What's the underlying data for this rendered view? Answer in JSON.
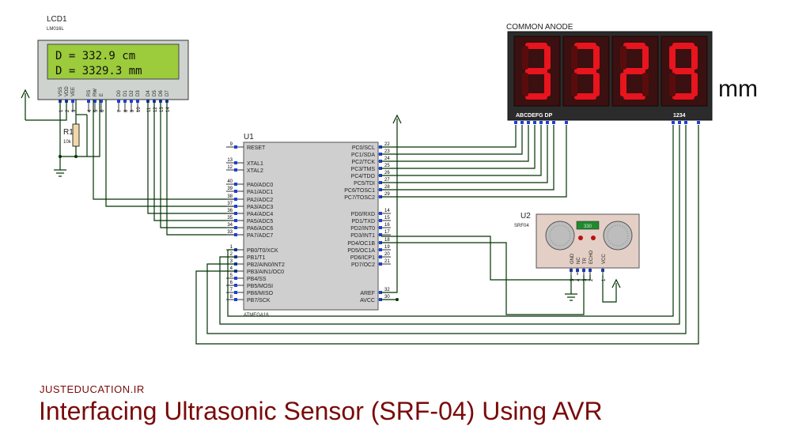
{
  "lcd": {
    "ref": "LCD1",
    "model": "LM016L",
    "line1": "D = 332.9 cm",
    "line2": "D = 3329.3 mm",
    "pins": [
      {
        "name": "VSS",
        "num": "1"
      },
      {
        "name": "VDD",
        "num": "2"
      },
      {
        "name": "VEE",
        "num": "3"
      },
      {
        "name": "RS",
        "num": "4"
      },
      {
        "name": "RW",
        "num": "5"
      },
      {
        "name": "E",
        "num": "6"
      },
      {
        "name": "D0",
        "num": "7"
      },
      {
        "name": "D1",
        "num": "8"
      },
      {
        "name": "D2",
        "num": "9"
      },
      {
        "name": "D3",
        "num": "10"
      },
      {
        "name": "D4",
        "num": "11"
      },
      {
        "name": "D5",
        "num": "12"
      },
      {
        "name": "D6",
        "num": "13"
      },
      {
        "name": "D7",
        "num": "14"
      }
    ]
  },
  "resistor": {
    "ref": "R1",
    "value": "10k"
  },
  "display": {
    "title": "COMMON ANODE",
    "digits": [
      "3",
      "3",
      "2",
      "9"
    ],
    "unit": "mm",
    "seg_label": "ABCDEFG  DP",
    "digit_label": "1234",
    "colors": {
      "on": "#e8141e",
      "off": "#5a0c0c",
      "body": "#2b2b2b"
    }
  },
  "mcu": {
    "ref": "U1",
    "model": "ATMEGA16",
    "left_pins": [
      {
        "num": "9",
        "name": "RESET"
      },
      {
        "num": "13",
        "name": "XTAL1"
      },
      {
        "num": "12",
        "name": "XTAL2"
      },
      {
        "num": "40",
        "name": "PA0/ADC0"
      },
      {
        "num": "39",
        "name": "PA1/ADC1"
      },
      {
        "num": "38",
        "name": "PA2/ADC2"
      },
      {
        "num": "37",
        "name": "PA3/ADC3"
      },
      {
        "num": "36",
        "name": "PA4/ADC4"
      },
      {
        "num": "35",
        "name": "PA5/ADC5"
      },
      {
        "num": "34",
        "name": "PA6/ADC6"
      },
      {
        "num": "33",
        "name": "PA7/ADC7"
      },
      {
        "num": "1",
        "name": "PB0/T0/XCK"
      },
      {
        "num": "2",
        "name": "PB1/T1"
      },
      {
        "num": "3",
        "name": "PB2/AIN0/INT2"
      },
      {
        "num": "4",
        "name": "PB3/AIN1/OC0"
      },
      {
        "num": "5",
        "name": "PB4/SS"
      },
      {
        "num": "6",
        "name": "PB5/MOSI"
      },
      {
        "num": "7",
        "name": "PB6/MISO"
      },
      {
        "num": "8",
        "name": "PB7/SCK"
      }
    ],
    "right_pins": [
      {
        "num": "22",
        "name": "PC0/SCL"
      },
      {
        "num": "23",
        "name": "PC1/SDA"
      },
      {
        "num": "24",
        "name": "PC2/TCK"
      },
      {
        "num": "25",
        "name": "PC3/TMS"
      },
      {
        "num": "26",
        "name": "PC4/TDO"
      },
      {
        "num": "27",
        "name": "PC5/TDI"
      },
      {
        "num": "28",
        "name": "PC6/TOSC1"
      },
      {
        "num": "29",
        "name": "PC7/TOSC2"
      },
      {
        "num": "14",
        "name": "PD0/RXD"
      },
      {
        "num": "15",
        "name": "PD1/TXD"
      },
      {
        "num": "16",
        "name": "PD2/INT0"
      },
      {
        "num": "17",
        "name": "PD3/INT1"
      },
      {
        "num": "18",
        "name": "PD4/OC1B"
      },
      {
        "num": "19",
        "name": "PD5/OC1A"
      },
      {
        "num": "20",
        "name": "PD6/ICP1"
      },
      {
        "num": "21",
        "name": "PD7/OC2"
      },
      {
        "num": "32",
        "name": "AREF"
      },
      {
        "num": "30",
        "name": "AVCC"
      }
    ]
  },
  "sensor": {
    "ref": "U2",
    "model": "SRF04",
    "badge": "330",
    "pins": [
      {
        "name": "GND",
        "num": "5"
      },
      {
        "name": "NC",
        "num": "4"
      },
      {
        "name": "TR",
        "num": "3"
      },
      {
        "name": "ECHO",
        "num": "2"
      },
      {
        "name": "VCC",
        "num": "1"
      }
    ]
  },
  "footer": {
    "site": "JUSTEDUCATION.IR",
    "title": "Interfacing Ultrasonic Sensor (SRF-04) Using AVR"
  }
}
